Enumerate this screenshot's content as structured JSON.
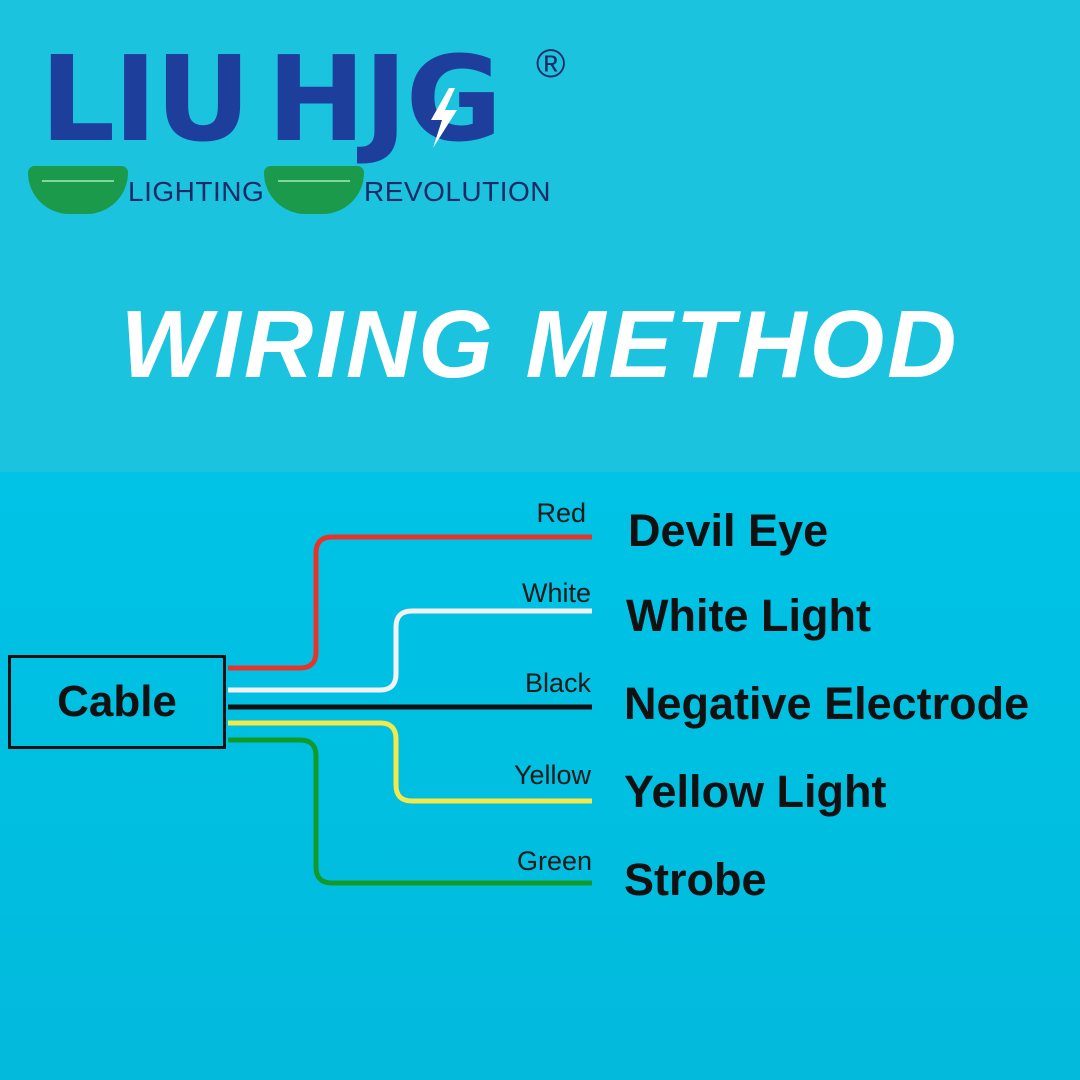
{
  "logo": {
    "brand_left": "LIU",
    "brand_right": "HJG",
    "registered": "®",
    "tag_left": "LIGHTING",
    "tag_right": "REVOLUTION"
  },
  "title": "WIRING METHOD",
  "cable_label": "Cable",
  "wires": [
    {
      "color_name": "Red",
      "function": "Devil Eye",
      "hex": "#e8332a"
    },
    {
      "color_name": "White",
      "function": "White Light",
      "hex": "#f2f2f2"
    },
    {
      "color_name": "Black",
      "function": "Negative Electrode",
      "hex": "#111111"
    },
    {
      "color_name": "Yellow",
      "function": "Yellow Light",
      "hex": "#f4e84a"
    },
    {
      "color_name": "Green",
      "function": "Strobe",
      "hex": "#119a2a"
    }
  ],
  "colors": {
    "background": "#1bc3df",
    "brand_blue": "#1e3e9c",
    "brand_green": "#1b9a4c"
  }
}
